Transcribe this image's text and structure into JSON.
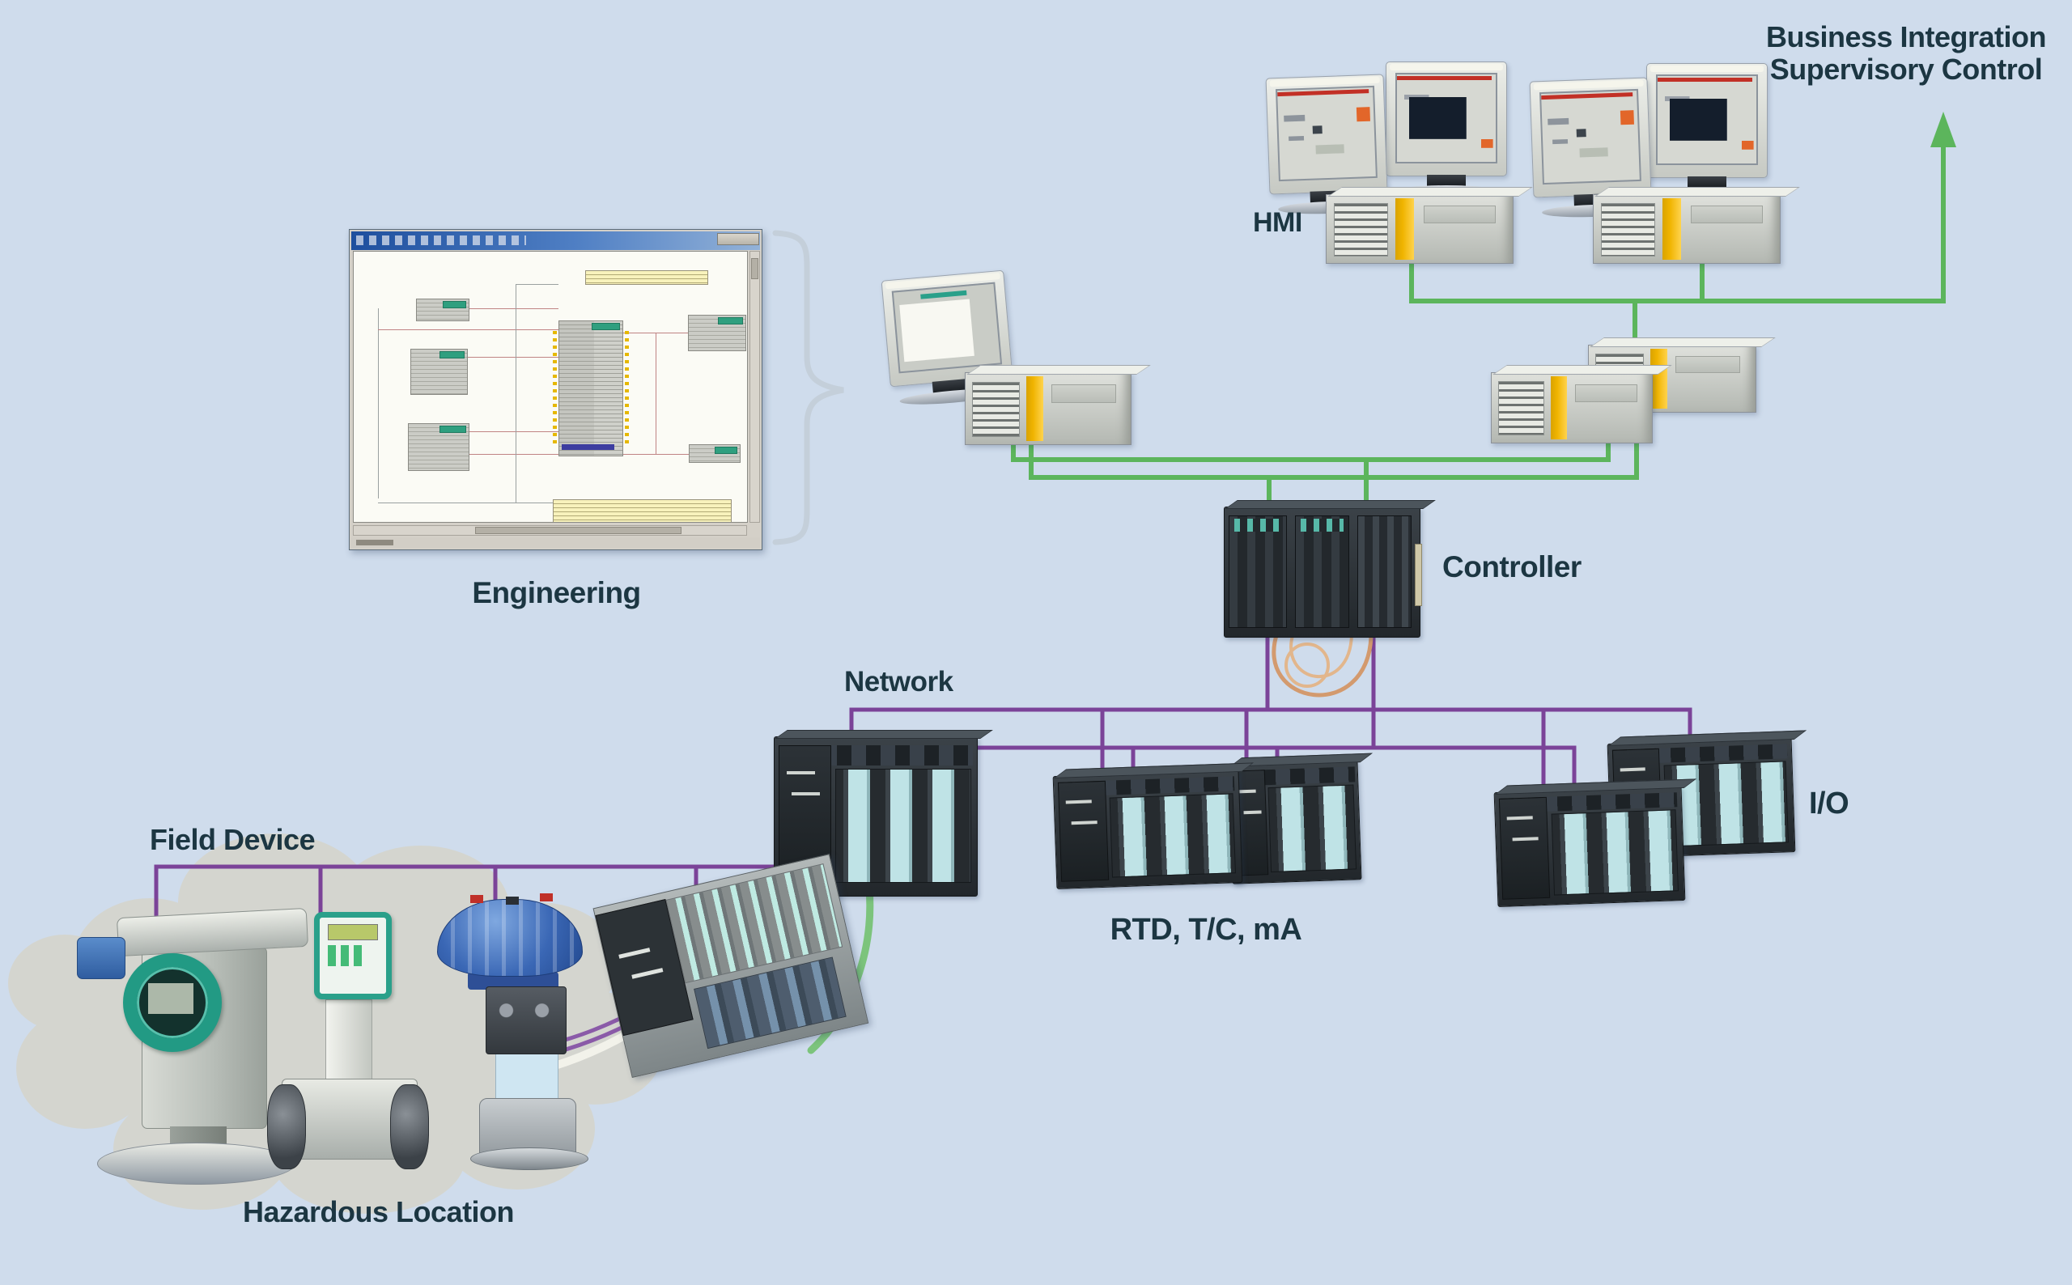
{
  "labels": {
    "business_integration": "Business Integration",
    "supervisory_control": "Supervisory Control",
    "hmi": "HMI",
    "engineering": "Engineering",
    "controller": "Controller",
    "network": "Network",
    "io_signal_types": "RTD, T/C, mA",
    "io": "I/O",
    "field_device": "Field Device",
    "hazardous_location": "Hazardous Location"
  },
  "colors": {
    "background": "#cfdcec",
    "line_green": "#5cb55c",
    "line_purple": "#7b4398",
    "label_text": "#1c3642",
    "server_stripe_yellow": "#f0b400",
    "cloud_gray": "#d4d5cf",
    "fiber_orange": "#d39a6e",
    "module_teal": "#bfe3e6",
    "device_teal": "#2aa08a",
    "valve_blue": "#3a67b5"
  },
  "nodes": [
    {
      "id": "hmi-workstation-1",
      "type": "operator-workstation"
    },
    {
      "id": "hmi-workstation-2",
      "type": "operator-workstation"
    },
    {
      "id": "os-server-pair",
      "type": "redundant-server-pair"
    },
    {
      "id": "engineering-station",
      "type": "engineering-workstation"
    },
    {
      "id": "engineering-software-window",
      "type": "cfc-editor-screenshot"
    },
    {
      "id": "controller",
      "type": "redundant-plc-rack"
    },
    {
      "id": "network-io-station",
      "type": "io-interface-station"
    },
    {
      "id": "io-rack-middle-front",
      "type": "io-rack"
    },
    {
      "id": "io-rack-middle-back",
      "type": "io-rack"
    },
    {
      "id": "io-rack-right-front",
      "type": "io-rack"
    },
    {
      "id": "io-rack-right-back",
      "type": "io-rack"
    },
    {
      "id": "pressure-transmitter",
      "type": "field-device"
    },
    {
      "id": "flow-meter",
      "type": "field-device"
    },
    {
      "id": "control-valve",
      "type": "field-device"
    },
    {
      "id": "remote-io",
      "type": "field-device"
    },
    {
      "id": "hazardous-location-cloud",
      "type": "zone"
    }
  ]
}
